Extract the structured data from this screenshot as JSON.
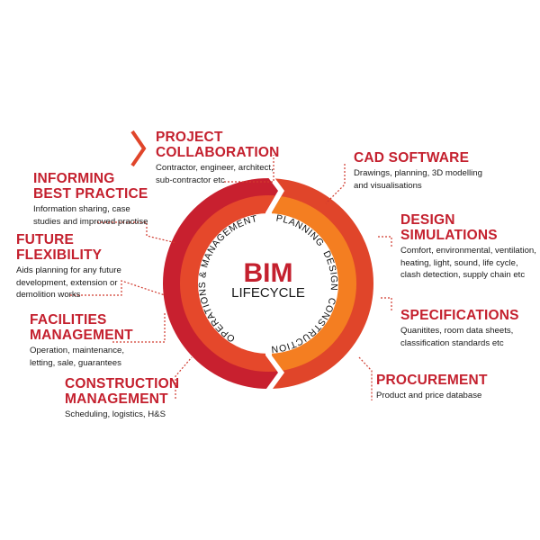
{
  "center": {
    "title": "BIM",
    "subtitle": "LIFECYCLE"
  },
  "ring_labels": {
    "left": "OPERATIONS & MANAGEMENT",
    "right": "PLANNING  DESIGN  CONSTRUCTION"
  },
  "colors": {
    "heading": "#c4202e",
    "outer_left": "#c8202f",
    "inner_left": "#e5482b",
    "outer_right": "#e0452a",
    "inner_right": "#f47e21"
  },
  "items": [
    {
      "id": "project-collaboration",
      "title1": "PROJECT",
      "title2": "COLLABORATION",
      "desc1": "Contractor, engineer, architect,",
      "desc2": "sub-contractor etc"
    },
    {
      "id": "informing-best-practice",
      "title1": "INFORMING",
      "title2": "BEST PRACTICE",
      "desc1": "Information sharing, case",
      "desc2": "studies and improved practise"
    },
    {
      "id": "future-flexibility",
      "title1": "FUTURE",
      "title2": "FLEXIBILITY",
      "desc1": "Aids planning for any future",
      "desc2": "development, extension or",
      "desc3": "demolition works"
    },
    {
      "id": "facilities-management",
      "title1": "FACILITIES",
      "title2": "MANAGEMENT",
      "desc1": "Operation, maintenance,",
      "desc2": "letting, sale, guarantees"
    },
    {
      "id": "construction-management",
      "title1": "CONSTRUCTION",
      "title2": "MANAGEMENT",
      "desc1": "Scheduling, logistics, H&S"
    },
    {
      "id": "cad-software",
      "title1": "CAD SOFTWARE",
      "desc1": "Drawings, planning, 3D modelling",
      "desc2": "and visualisations"
    },
    {
      "id": "design-simulations",
      "title1": "DESIGN",
      "title2": "SIMULATIONS",
      "desc1": "Comfort, environmental, ventilation,",
      "desc2": "heating, light, sound, life cycle,",
      "desc3": "clash detection, supply chain etc"
    },
    {
      "id": "specifications",
      "title1": "SPECIFICATIONS",
      "desc1": "Quanitites, room data sheets,",
      "desc2": "classification standards etc"
    },
    {
      "id": "procurement",
      "title1": "PROCUREMENT",
      "desc1": "Product and price database"
    }
  ]
}
